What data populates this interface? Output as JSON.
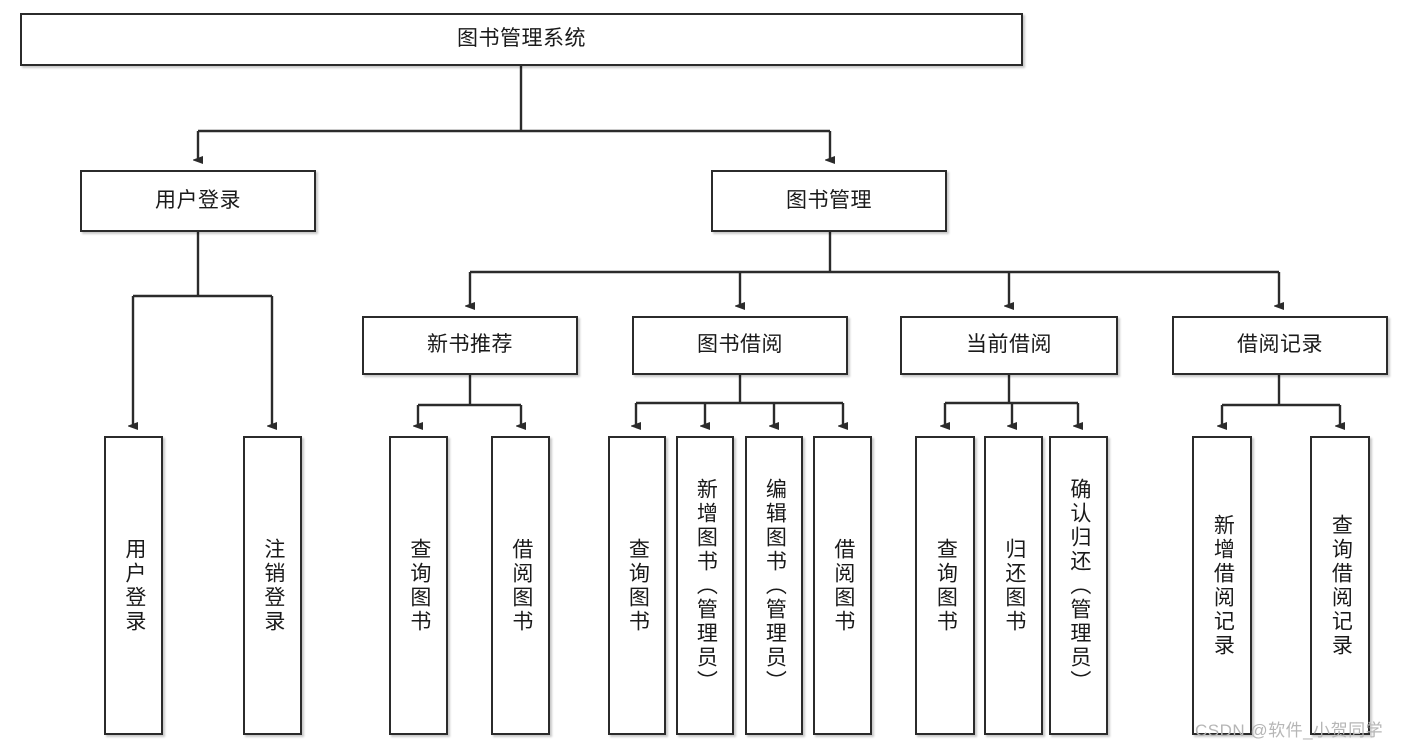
{
  "diagram": {
    "title": "图书管理系统",
    "type": "tree-hierarchy-chart",
    "nodes": {
      "root": {
        "label": "图书管理系统"
      },
      "level2": [
        {
          "label": "用户登录"
        },
        {
          "label": "图书管理"
        }
      ],
      "level3": [
        {
          "label": "新书推荐"
        },
        {
          "label": "图书借阅"
        },
        {
          "label": "当前借阅"
        },
        {
          "label": "借阅记录"
        }
      ],
      "leaves_user_login": [
        {
          "label": "用户登录"
        },
        {
          "label": "注销登录"
        }
      ],
      "leaves_new_book": [
        {
          "label": "查询图书"
        },
        {
          "label": "借阅图书"
        }
      ],
      "leaves_book_borrow": [
        {
          "label": "查询图书"
        },
        {
          "label": "新增图书（管理员）"
        },
        {
          "label": "编辑图书（管理员）"
        },
        {
          "label": "借阅图书"
        }
      ],
      "leaves_current_borrow": [
        {
          "label": "查询图书"
        },
        {
          "label": "归还图书"
        },
        {
          "label": "确认归还（管理员）"
        }
      ],
      "leaves_borrow_record": [
        {
          "label": "新增借阅记录"
        },
        {
          "label": "查询借阅记录"
        }
      ]
    }
  },
  "watermark": {
    "text": "CSDN @软件_小贺同学"
  },
  "colors": {
    "box_border": "#2b2b2b",
    "box_fill": "#ffffff",
    "line": "#2b2b2b",
    "text": "#1a1a1a",
    "watermark": "#b6b6b6"
  }
}
